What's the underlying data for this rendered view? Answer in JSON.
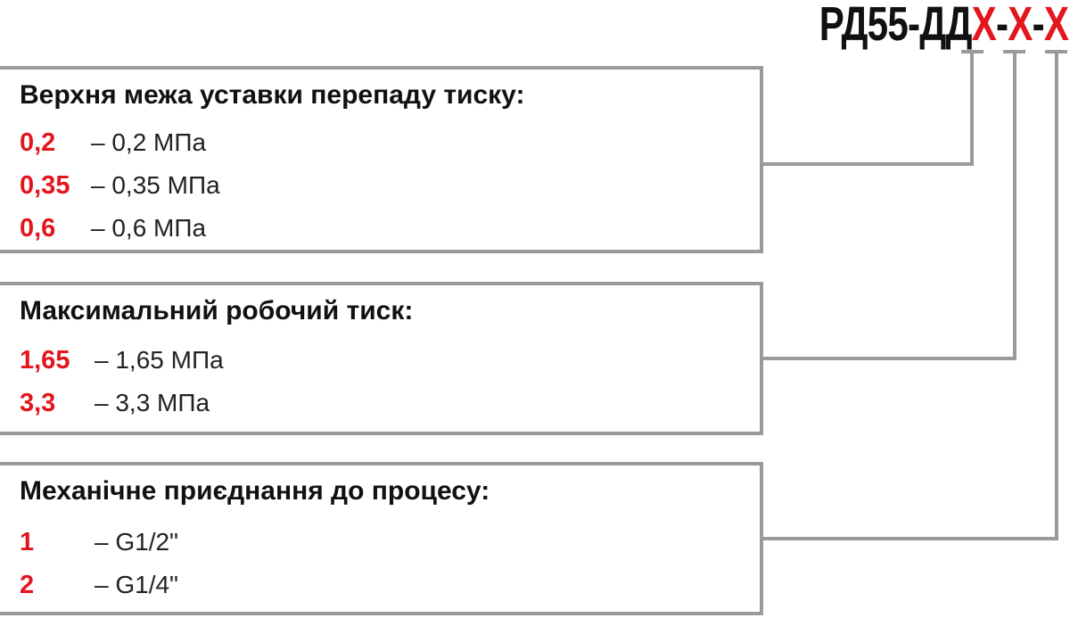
{
  "model": {
    "prefix": "РД55-ДД",
    "parts": [
      {
        "symbol": "X",
        "sep": "-"
      },
      {
        "symbol": "X",
        "sep": "-"
      },
      {
        "symbol": "X",
        "sep": ""
      }
    ]
  },
  "groups": [
    {
      "title": "Верхня межа уставки перепаду тиску:",
      "options": [
        {
          "code": "0,2",
          "desc": "– 0,2 МПа"
        },
        {
          "code": "0,35",
          "desc": "– 0,35 МПа"
        },
        {
          "code": "0,6",
          "desc": "– 0,6 МПа"
        }
      ]
    },
    {
      "title": "Максимальний робочий тиск:",
      "options": [
        {
          "code": "1,65",
          "desc": "– 1,65 МПа"
        },
        {
          "code": "3,3",
          "desc": "– 3,3 МПа"
        }
      ]
    },
    {
      "title": "Механічне приєднання до процесу:",
      "options": [
        {
          "code": "1",
          "desc": "– G1/2\""
        },
        {
          "code": "2",
          "desc": "– G1/4\""
        }
      ]
    }
  ],
  "colors": {
    "accent": "#e3151d",
    "text": "#111111",
    "border": "#9a9a9a"
  }
}
